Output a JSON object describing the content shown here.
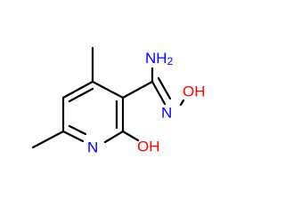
{
  "molecule": {
    "atoms": {
      "amine": {
        "main": "NH",
        "sub": "2",
        "color": "#0000ff"
      },
      "oxime_n": {
        "text": "N",
        "color": "#0000ff"
      },
      "oxime_oh": {
        "text": "OH",
        "color": "#ff0000"
      },
      "ring_n": {
        "text": "N",
        "color": "#0000ff"
      },
      "ring_oh": {
        "text": "OH",
        "color": "#ff0000"
      }
    },
    "bond_color": "#000000"
  }
}
